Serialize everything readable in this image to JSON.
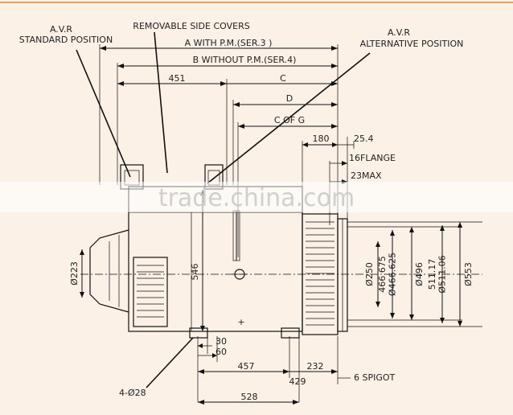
{
  "labels": {
    "avr_standard_line1": "A.V.R",
    "avr_standard_line2": "STANDARD POSITION",
    "removable_side_covers": "REMOVABLE SIDE COVERS",
    "avr_alternative_line1": "A.V.R",
    "avr_alternative_line2": "ALTERNATIVE POSITION",
    "a_with_pm": "A WITH P.M.(SER.3 )",
    "b_without_pm": "B WITHOUT P.M.(SER.4)",
    "c": "C",
    "d": "D",
    "c_of_g": "C OF G",
    "flange": "16FLANGE",
    "max": "23MAX",
    "spigot": "6  SPIGOT",
    "holes": "4-Ø28"
  },
  "dimensions": {
    "d451": "451",
    "d180": "180",
    "d25_4": "25.4",
    "d546": "546",
    "d223": "Ø223",
    "d250": "Ø250",
    "d466": "466.675\nØ466.625",
    "d496": "Ø496",
    "d511": "511.17\nØ511.06",
    "d553": "Ø553",
    "d30": "30",
    "d60": "60",
    "d457": "457",
    "d232": "232",
    "d429": "429",
    "d528": "528"
  },
  "watermark": "trade.china.com",
  "colors": {
    "background": "#fbf1e6",
    "line": "#111111",
    "band": "#ffffff"
  }
}
